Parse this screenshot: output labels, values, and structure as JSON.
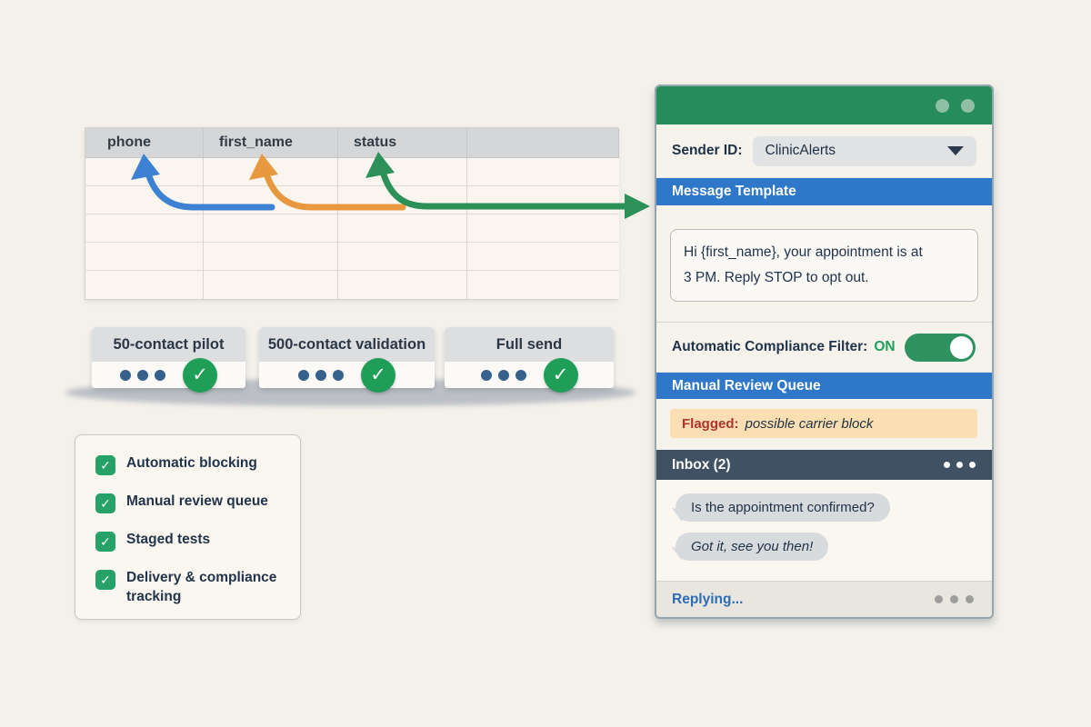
{
  "colors": {
    "page_bg": "#f4f1ea",
    "accent_green": "#268c5c",
    "accent_blue": "#2f77c8",
    "inbox_header_bg": "#3f5162",
    "flag_bg": "#fbdfb2",
    "flag_red": "#ae352b",
    "check_green": "#26a269",
    "arrow_blue": "#3d82d2",
    "arrow_orange": "#e8993f",
    "arrow_green": "#2c9158"
  },
  "table": {
    "columns": [
      "phone",
      "first_name",
      "status",
      ""
    ]
  },
  "arrows": [
    {
      "name": "phone-mapping",
      "color": "#3d82d2"
    },
    {
      "name": "first-name-mapping",
      "color": "#e8993f"
    },
    {
      "name": "status-mapping",
      "color": "#2c9158"
    }
  ],
  "stages": [
    {
      "label": "50-contact pilot"
    },
    {
      "label": "500-contact validation"
    },
    {
      "label": "Full send"
    }
  ],
  "checklist": {
    "items": [
      "Automatic blocking",
      "Manual review queue",
      "Staged tests",
      "Delivery & compliance tracking"
    ]
  },
  "panel": {
    "sender": {
      "label": "Sender ID:",
      "value": "ClinicAlerts"
    },
    "template": {
      "header": "Message Template",
      "lines": [
        "Hi {first_name}, your appointment is at",
        "3 PM. Reply STOP to opt out."
      ]
    },
    "compliance": {
      "label": "Automatic Compliance Filter:",
      "state": "ON"
    },
    "review": {
      "header": "Manual Review Queue",
      "flag_label": "Flagged:",
      "flag_text": "possible carrier block"
    },
    "inbox": {
      "header": "Inbox (2)",
      "messages": [
        "Is the appointment confirmed?",
        "Got it, see you then!"
      ],
      "status": "Replying..."
    }
  }
}
